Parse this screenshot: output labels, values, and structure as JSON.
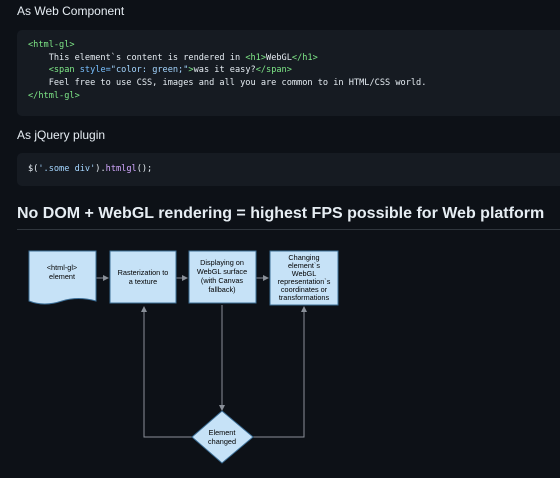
{
  "sections": {
    "web_component": {
      "title": "As Web Component",
      "code": {
        "line1": "<html-gl>",
        "line2_prefix": "    This element`s content is rendered in ",
        "line2_tag_open": "<h1>",
        "line2_text": "WebGL",
        "line2_tag_close": "</h1>",
        "line3_indent": "    ",
        "line3_tag": "<span",
        "line3_attr": " style=",
        "line3_str": "\"color: green;\"",
        "line3_close": ">",
        "line3_text": "was it easy?",
        "line3_end": "</span>",
        "line4": "    Feel free to use CSS, images and all you are common to in HTML/CSS world.",
        "line5": "</html-gl>"
      }
    },
    "jquery_plugin": {
      "title": "As jQuery plugin",
      "code": {
        "dollar": "$(",
        "selector": "'.some div'",
        "middle": ").",
        "method": "htmlgl",
        "end": "();"
      }
    },
    "diagram_section": {
      "title": "No DOM + WebGL rendering = highest FPS possible for Web platform"
    }
  },
  "diagram": {
    "node_html_gl": [
      "<html-gl>",
      "element"
    ],
    "node_rasterization": [
      "Rasterization to",
      "a texture"
    ],
    "node_displaying": [
      "Displaying on",
      "WebGL surface",
      "(with Canvas",
      "fallback)"
    ],
    "node_changing": [
      "Changing",
      "element`s",
      "WebGL",
      "representation`s",
      "coordinates or",
      "transformations"
    ],
    "node_element_changed": [
      "Element",
      "changed"
    ]
  },
  "colors": {
    "node_fill": "#c6e2f7",
    "node_stroke": "#3c6e96",
    "edge": "#8a9099",
    "bg": "#0d1117",
    "code_bg": "#161b22"
  }
}
